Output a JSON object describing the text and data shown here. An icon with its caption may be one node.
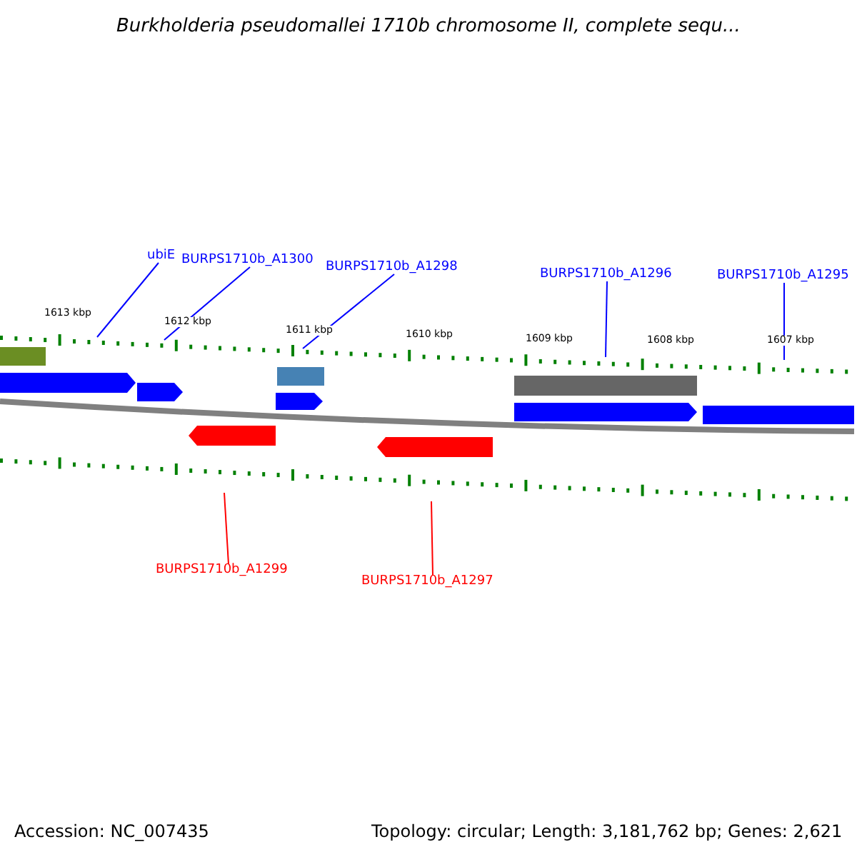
{
  "diagram": {
    "title": "Burkholderia pseudomallei 1710b chromosome II, complete sequ...",
    "nodes": [
      {
        "text": [
          "ubiE"
        ]
      },
      {
        "text": [
          "BURPS1710b_A1300"
        ]
      },
      {
        "text": [
          "BURPS1710b_A1298"
        ]
      },
      {
        "text": [
          "BURPS1710b_A1296"
        ]
      },
      {
        "text": [
          "BURPS1710b_A1295"
        ]
      },
      {
        "text": [
          "BURPS1710b_A1299"
        ]
      },
      {
        "text": [
          "BURPS1710b_A1297"
        ]
      },
      {
        "text": [],
        "shape": "picture"
      }
    ],
    "edges": [
      {
        "from": 0,
        "to": 7,
        "arrow": "none"
      },
      {
        "from": 1,
        "to": 7,
        "arrow": "none"
      },
      {
        "from": 2,
        "to": 7,
        "arrow": "none"
      },
      {
        "from": 3,
        "to": 7,
        "arrow": "none"
      },
      {
        "from": 4,
        "to": 7,
        "arrow": "none"
      },
      {
        "from": 5,
        "to": 7,
        "arrow": "none",
        "color": "#ff0000"
      },
      {
        "from": 6,
        "to": 7,
        "arrow": "none",
        "color": "#ff0000"
      }
    ],
    "labels": [
      "1613 kbp",
      "1612 kbp",
      "1611 kbp",
      "1610 kbp",
      "1609 kbp",
      "1608 kbp",
      "1607 kbp",
      "Accession: NC_007435",
      "Topology: circular; Length: 3,181,762 bp; Genes: 2,621"
    ]
  }
}
